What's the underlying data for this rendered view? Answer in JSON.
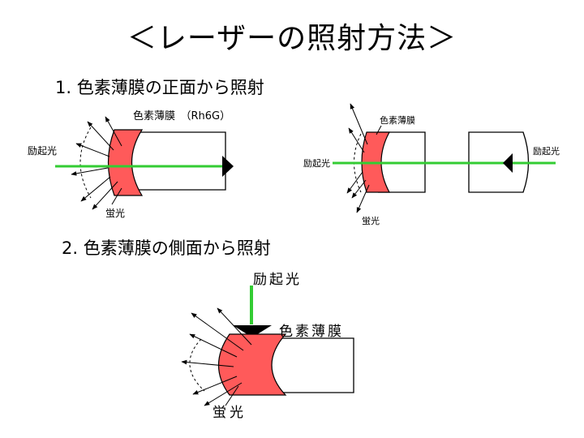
{
  "title": "＜レーザーの照射方法＞",
  "section1": {
    "heading": "1. 色素薄膜の正面から照射",
    "left_diagram": {
      "film_label": "色素薄膜　（Rh6G）",
      "excitation_label": "励起光",
      "fluorescence_label": "蛍光"
    },
    "right_diagram": {
      "film_label": "色素薄膜",
      "excitation_label_left": "励起光",
      "excitation_label_right": "励起光",
      "fluorescence_label": "蛍光"
    }
  },
  "section2": {
    "heading": "2. 色素薄膜の側面から照射",
    "diagram": {
      "excitation_label": "励起光",
      "film_label": "色素薄膜",
      "fluorescence_label": "蛍光"
    }
  },
  "colors": {
    "dye_film": "#ff5a5a",
    "excitation_beam": "#33cc33",
    "outline": "#000000"
  }
}
